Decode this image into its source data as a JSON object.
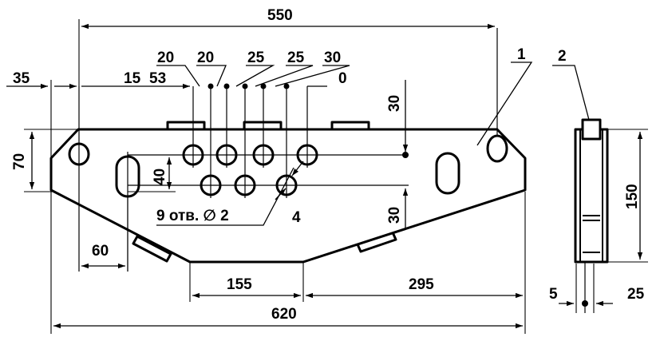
{
  "drawing": {
    "dimensions": {
      "overall_top": "550",
      "overall_bottom": "620",
      "left_offset": "35",
      "pitch_15": "15",
      "pitch_53": "53",
      "pitch_20a": "20",
      "pitch_20b": "20",
      "pitch_25a": "25",
      "pitch_25b": "25",
      "pitch_30": "30",
      "zero": "0",
      "height_70": "70",
      "slot_40": "40",
      "vertical_30_top": "30",
      "vertical_30_bottom": "30",
      "left_60": "60",
      "bottom_155": "155",
      "bottom_295": "295",
      "side_150": "150",
      "side_5": "5",
      "side_25": "25"
    },
    "callouts": {
      "holes_note": "9 отв. ∅ 2",
      "item_1": "1",
      "item_2": "2",
      "item_4": "4"
    }
  }
}
